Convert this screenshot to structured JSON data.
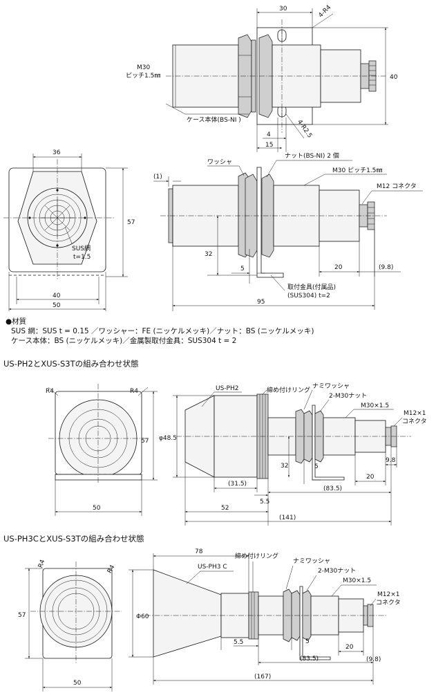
{
  "top_view": {
    "dims": {
      "d30": "30",
      "d4r4": "4-R4",
      "d40": "40",
      "d4": "4",
      "d15": "15",
      "d4r25": "4-R2.5"
    },
    "labels": {
      "m30": "M30",
      "pitch": "ピッチ1.5㎜",
      "case": "ケース本体(BS-NI )"
    }
  },
  "front_view": {
    "dims": {
      "d36": "36",
      "d57": "57",
      "d40": "40",
      "d50": "50"
    },
    "labels": {
      "sus_mesh": "SUS網",
      "t15": "t=1.5"
    }
  },
  "side_view": {
    "dims": {
      "d1": "(1)",
      "d32": "32",
      "d5": "5",
      "d20": "20",
      "d98": "(9.8)",
      "d95": "95"
    },
    "labels": {
      "washer": "ワッシャ",
      "nut": "ナット(BS-NI) 2 個",
      "m30pitch": "M30 ピッチ1.5㎜",
      "m12": "M12 コネクタ",
      "bracket1": "取付金具(付属品)",
      "bracket2": "(SUS304) t=2"
    }
  },
  "materials": {
    "title": "●材質",
    "line1": "SUS 網：SUS t = 0.15 ／ワッシャー：FE (ニッケルメッキ)／ナット：BS (ニッケルメッキ)",
    "line2": "ケース本体：BS (ニッケルメッキ)／金属製取付金具：SUS304 t = 2"
  },
  "combo1": {
    "heading": "US-PH2とXUS-S3Tの組み合わせ状態",
    "labels": {
      "us": "US-PH2",
      "ring": "締め付けリング",
      "nami": "ナミワッシャ",
      "nut": "2-M30ナット",
      "m30": "M30×1.5",
      "m12": "M12×1",
      "conn": "コネクタ"
    },
    "dims": {
      "r4a": "R4",
      "r4b": "R4",
      "d57": "57",
      "d50": "50",
      "phi": "φ48.5",
      "d315": "(31.5)",
      "d32": "32",
      "d5": "5",
      "d55": "5.5",
      "d52": "52",
      "d835": "(83.5)",
      "d20": "20",
      "d98": "9.8",
      "d141": "(141)"
    }
  },
  "combo2": {
    "heading": "US-PH3CとXUS-S3Tの組み合わせ状態",
    "labels": {
      "us": "US-PH3 C",
      "ring": "締め付けリング",
      "nami": "ナミワッシャ",
      "nut": "2-M30ナット",
      "m30": "M30×1.5",
      "m12": "M12×1",
      "conn": "コネクタ"
    },
    "dims": {
      "r4a": "R4",
      "r4b": "R4",
      "d57": "57",
      "d50": "50",
      "phi": "Φ60",
      "d78": "78",
      "d55": "5.5",
      "d5": "5",
      "d835": "(83.5)",
      "d20": "20",
      "d98": "(9.8)",
      "d167": "(167)"
    }
  }
}
